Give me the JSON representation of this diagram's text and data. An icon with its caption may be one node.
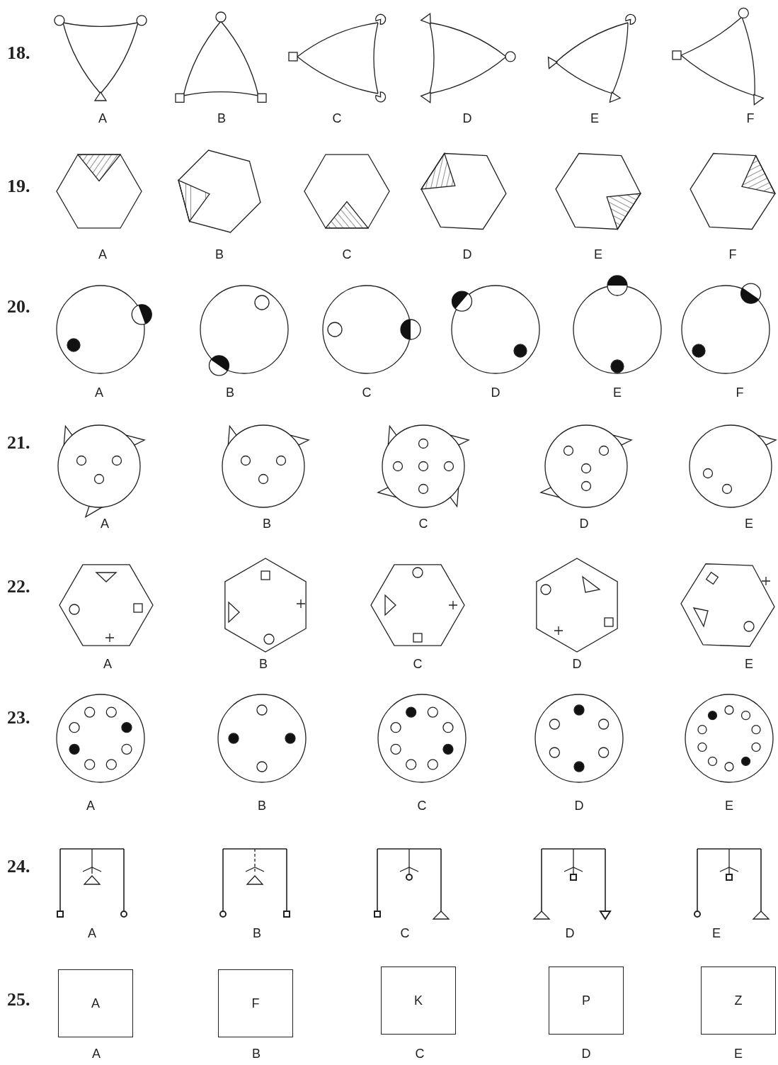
{
  "diagram": {
    "nodes": [
      {
        "text": [
          "A"
        ]
      },
      {
        "text": [
          "F"
        ]
      },
      {
        "text": [
          "K"
        ]
      },
      {
        "text": [
          "P"
        ]
      },
      {
        "text": [
          "Z"
        ]
      }
    ],
    "labels": [
      "18.",
      "A",
      "B",
      "C",
      "D",
      "E",
      "F",
      "19.",
      "A",
      "B",
      "C",
      "D",
      "E",
      "F",
      "20.",
      "A",
      "B",
      "C",
      "D",
      "E",
      "F",
      "21.",
      "A",
      "B",
      "C",
      "D",
      "E",
      "22.",
      "A",
      "B",
      "C",
      "D",
      "E",
      "23.",
      "A",
      "B",
      "C",
      "D",
      "E",
      "24.",
      "A",
      "B",
      "C",
      "D",
      "E",
      "25.",
      "A",
      "B",
      "C",
      "D",
      "E"
    ]
  }
}
